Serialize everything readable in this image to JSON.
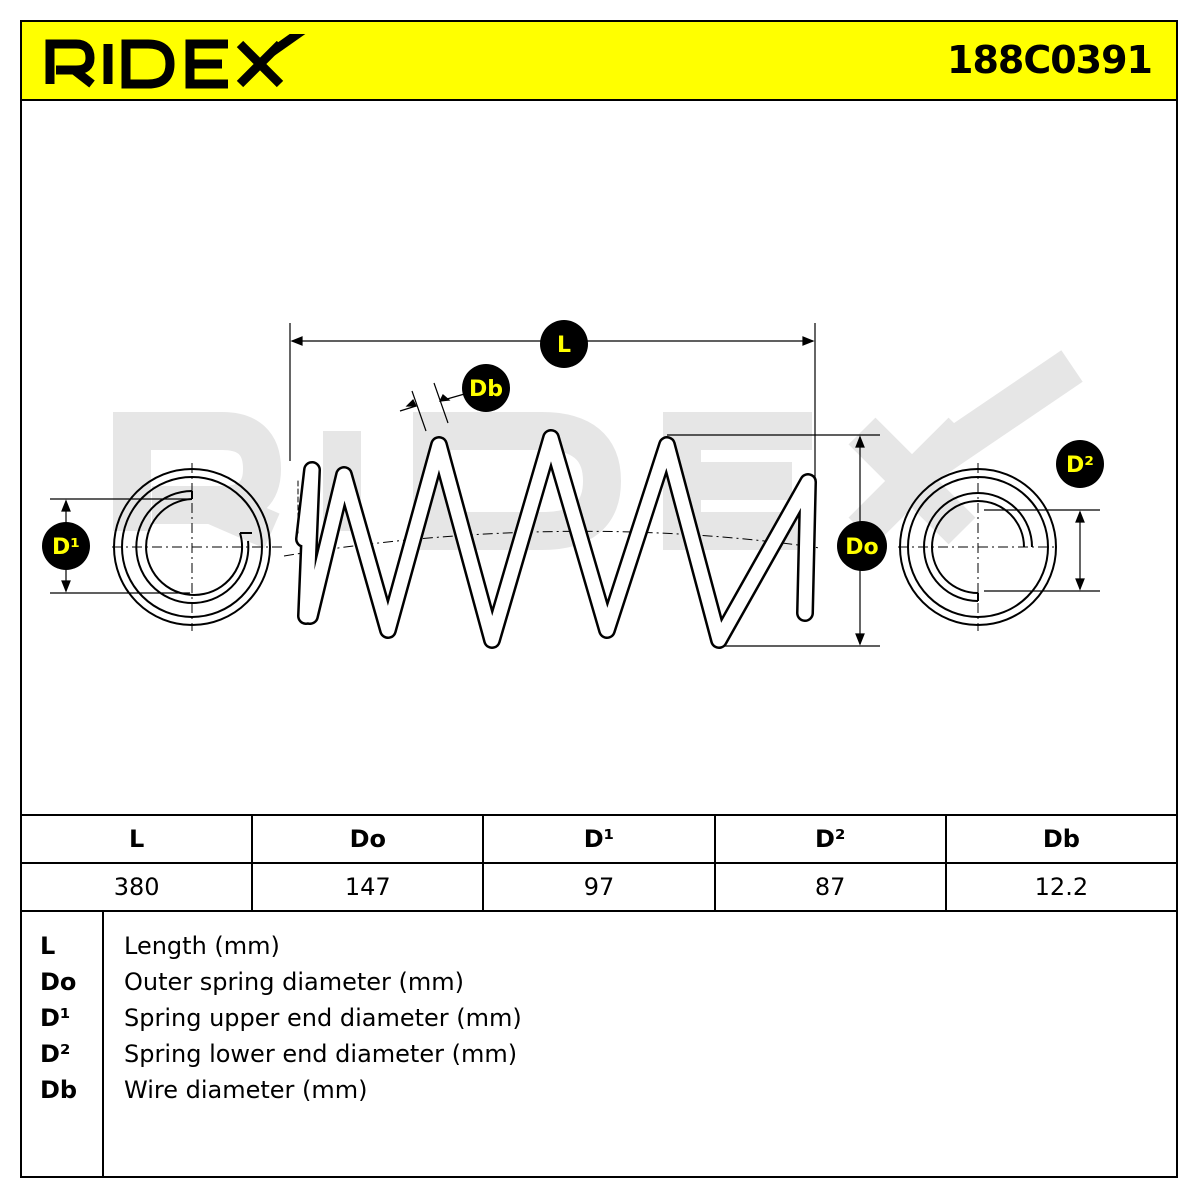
{
  "brand": "RIDEX",
  "part_number": "188C0391",
  "labels": {
    "L": "L",
    "Do": "Do",
    "D1": "D¹",
    "D2": "D²",
    "Db": "Db"
  },
  "table": {
    "headers": [
      "L",
      "Do",
      "D¹",
      "D²",
      "Db"
    ],
    "values": [
      "380",
      "147",
      "97",
      "87",
      "12.2"
    ]
  },
  "legend": [
    {
      "symbol": "L",
      "description": "Length (mm)"
    },
    {
      "symbol": "Do",
      "description": "Outer spring diameter (mm)"
    },
    {
      "symbol": "D¹",
      "description": "Spring upper end diameter (mm)"
    },
    {
      "symbol": "D²",
      "description": "Spring lower end diameter (mm)"
    },
    {
      "symbol": "Db",
      "description": "Wire diameter (mm)"
    }
  ],
  "colors": {
    "header_bg": "#ffff00",
    "badge_bg": "#000000",
    "badge_text": "#ffff00",
    "watermark": "#e6e6e6"
  }
}
